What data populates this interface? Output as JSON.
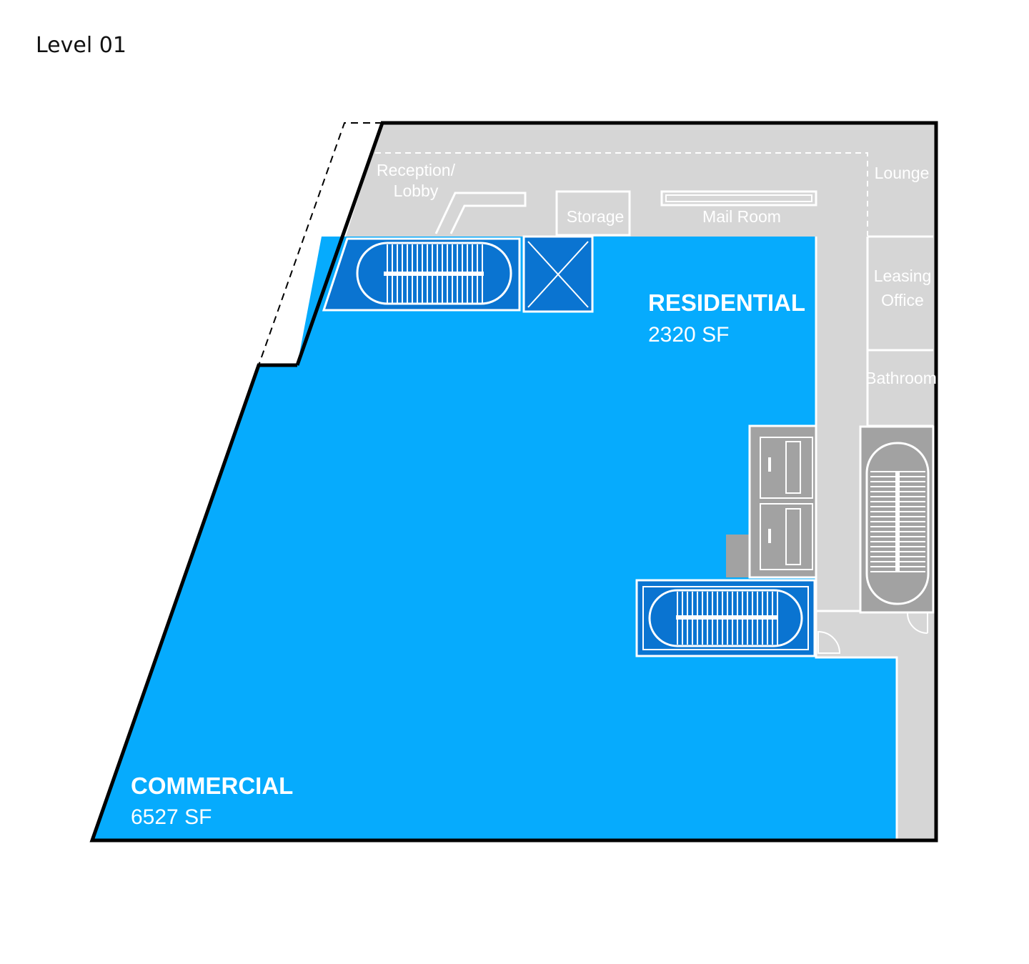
{
  "level_title": "Level 01",
  "zones": {
    "residential": {
      "name": "RESIDENTIAL",
      "area": "2320 SF"
    },
    "commercial": {
      "name": "COMMERCIAL",
      "area": "6527 SF"
    }
  },
  "rooms": {
    "reception_line1": "Reception/",
    "reception_line2": "Lobby",
    "storage": "Storage",
    "mail_room": "Mail Room",
    "lounge": "Lounge",
    "leasing_line1": "Leasing",
    "leasing_line2": "Office",
    "bathroom": "Bathroom"
  },
  "colors": {
    "commercial_fill": "#06ABFD",
    "core_fill": "#0A74D1",
    "residential_fill": "#D6D6D6",
    "core_gray": "#A2A2A2",
    "outline": "#000000"
  }
}
